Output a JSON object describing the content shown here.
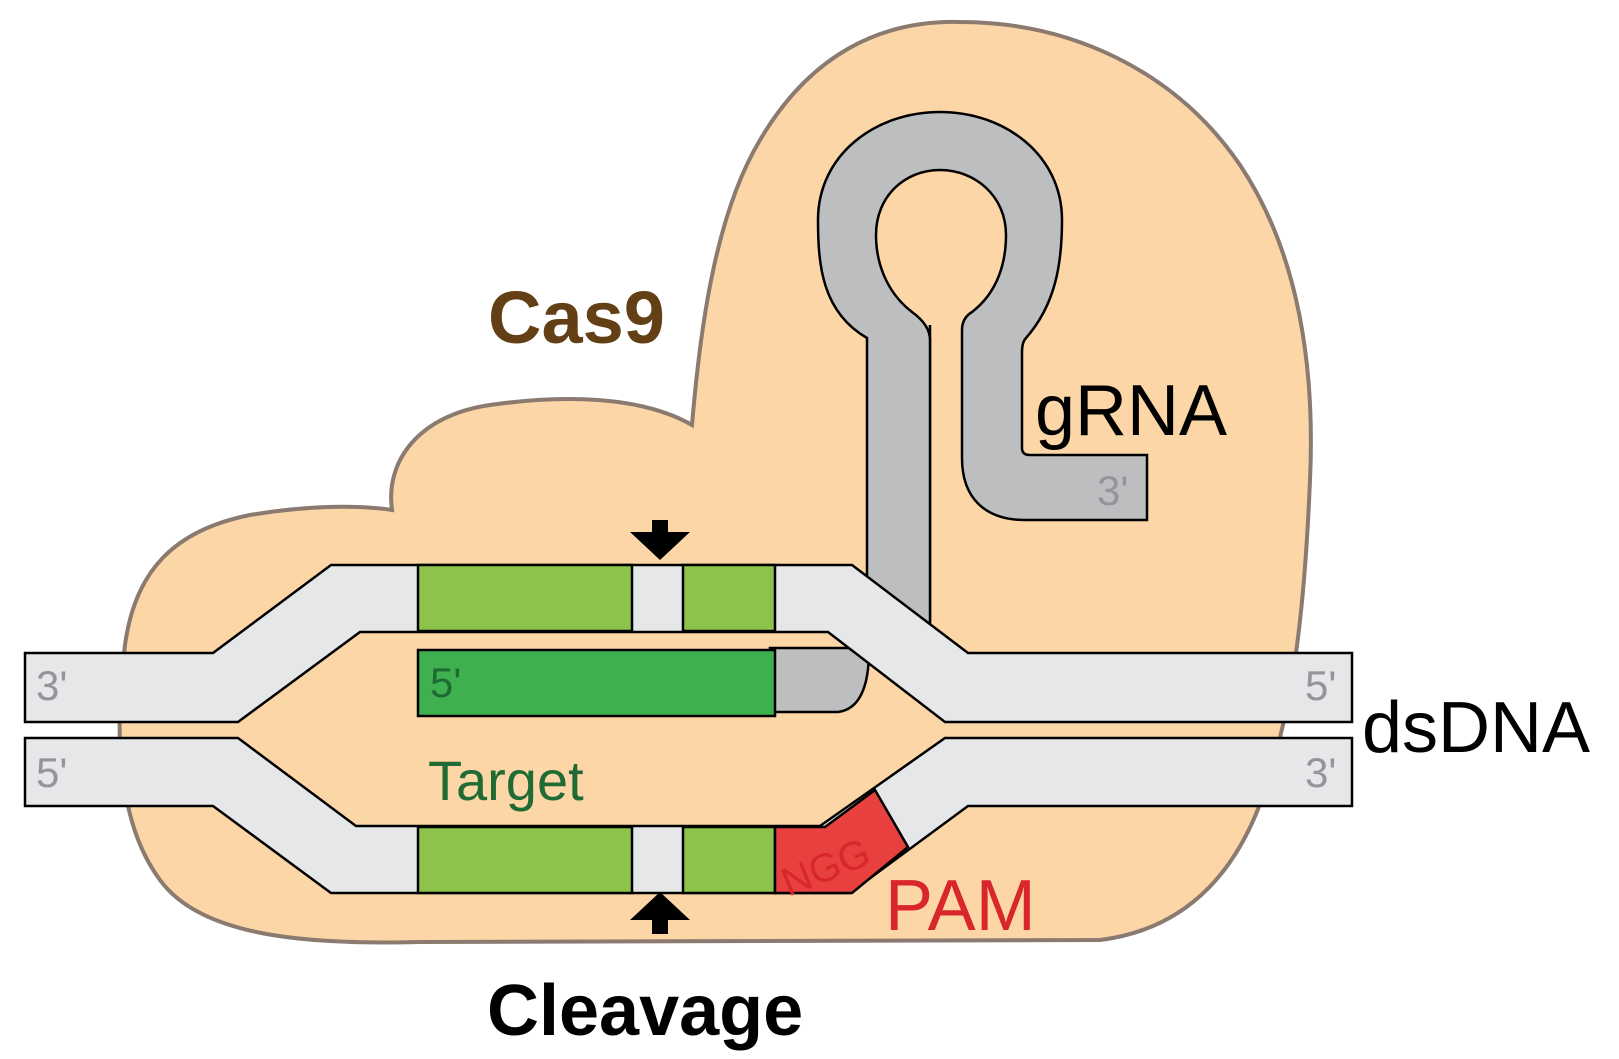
{
  "labels": {
    "protein": "Cas9",
    "guide": "gRNA",
    "duplex": "dsDNA",
    "target": "Target",
    "pam": "PAM",
    "pam_seq": "NGG",
    "cleavage": "Cleavage",
    "grna_3prime": "3'",
    "grna_5prime": "5'",
    "top_left_end": "3'",
    "top_right_end": "5'",
    "bottom_left_end": "5'",
    "bottom_right_end": "3'"
  },
  "colors": {
    "protein_fill": "#fcd6a6",
    "protein_stroke": "#8a7a70",
    "protein_text": "#623f14",
    "dna_strand": "#e6e7e8",
    "grna": "#bcbec0",
    "target_light": "#8dc24b",
    "target_dark": "#3fb04f",
    "target_text": "#1f6b33",
    "pam_fill": "#e8403f",
    "pam_text": "#d8262c",
    "end_text": "#939598",
    "label_text": "#000000"
  },
  "icons": [
    "cleavage-arrow-down-icon",
    "cleavage-arrow-up-icon"
  ]
}
